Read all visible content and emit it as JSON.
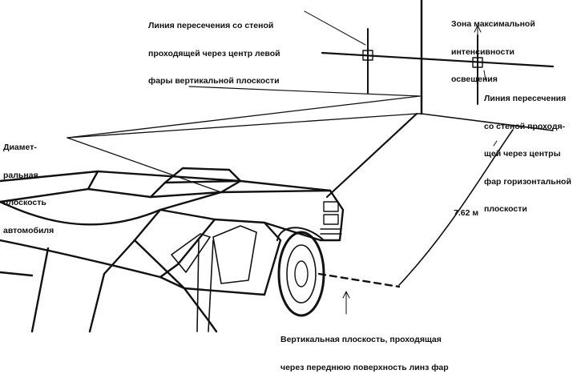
{
  "labels": {
    "vertical_intersection": [
      "Линия пересечения со стеной",
      "проходящей через центр левой",
      "фары вертикальной плоскости"
    ],
    "max_zone": [
      "Зона максимальной",
      "интенсивности",
      "освещения"
    ],
    "horizontal_intersection": [
      "Линия пересечения",
      "со стеной проходя-",
      "щей через центры",
      "фар горизонтальной",
      "плоскости"
    ],
    "diametral_plane": [
      "Диамет-",
      "ральная",
      "плоскость",
      "автомобиля"
    ],
    "distance": "7.62 м",
    "front_plane": [
      "Вертикальная плоскость, проходящая",
      "через переднюю поверхность линз фар"
    ]
  },
  "colors": {
    "ink": "#111111",
    "background": "#ffffff"
  }
}
